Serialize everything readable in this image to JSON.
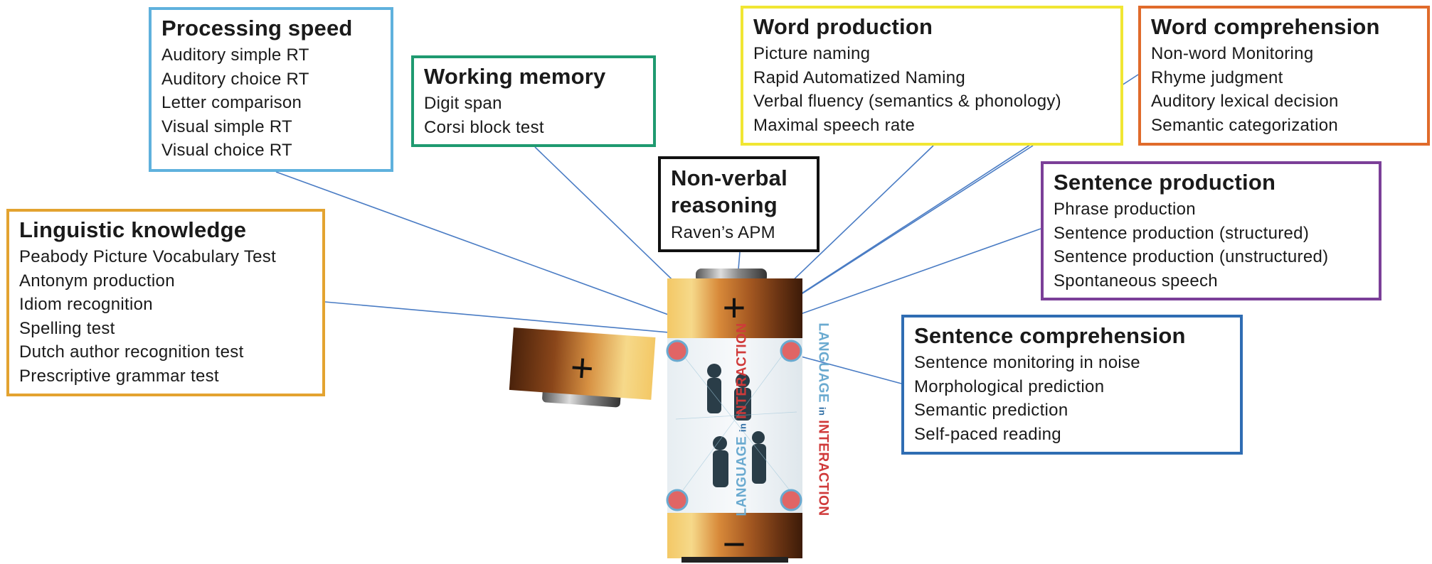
{
  "categories": {
    "processing_speed": {
      "title": "Processing speed",
      "items": [
        "Auditory simple RT",
        "Auditory choice RT",
        "Letter comparison",
        "Visual simple RT",
        "Visual choice RT"
      ]
    },
    "working_memory": {
      "title": "Working memory",
      "items": [
        "Digit span",
        "Corsi block test"
      ]
    },
    "nonverbal_reasoning": {
      "title_line1": "Non-verbal",
      "title_line2": "reasoning",
      "items": [
        "Raven’s APM"
      ]
    },
    "word_production": {
      "title": "Word production",
      "items": [
        "Picture naming",
        "Rapid Automatized Naming",
        "Verbal fluency (semantics & phonology)",
        "Maximal speech rate"
      ]
    },
    "word_comprehension": {
      "title": "Word comprehension",
      "items": [
        "Non-word Monitoring",
        "Rhyme judgment",
        "Auditory lexical decision",
        "Semantic categorization"
      ]
    },
    "sentence_production": {
      "title": "Sentence production",
      "items": [
        "Phrase production",
        "Sentence production (structured)",
        "Sentence production (unstructured)",
        "Spontaneous speech"
      ]
    },
    "sentence_comprehension": {
      "title": "Sentence comprehension",
      "items": [
        "Sentence monitoring in noise",
        "Morphological prediction",
        "Semantic prediction",
        "Self-paced reading"
      ]
    },
    "linguistic_knowledge": {
      "title": "Linguistic knowledge",
      "items": [
        "Peabody Picture Vocabulary Test",
        "Antonym production",
        "Idiom recognition",
        "Spelling test",
        "Dutch author recognition test",
        "Prescriptive grammar test"
      ]
    }
  },
  "battery": {
    "plus_symbol": "+",
    "minus_symbol": "−",
    "label_small": "in",
    "label_top": "LANGUAGE",
    "label_bottom": "INTERACTION"
  },
  "colors": {
    "processing_speed": "#5fb1dd",
    "working_memory": "#1f9a70",
    "nonverbal_reasoning": "#111111",
    "word_production": "#f1e633",
    "word_comprehension": "#e06b2b",
    "sentence_production": "#7b3f98",
    "sentence_comprehension": "#2f6db3",
    "linguistic_knowledge": "#e3a330",
    "connector_lines": "#4a7cc4"
  }
}
